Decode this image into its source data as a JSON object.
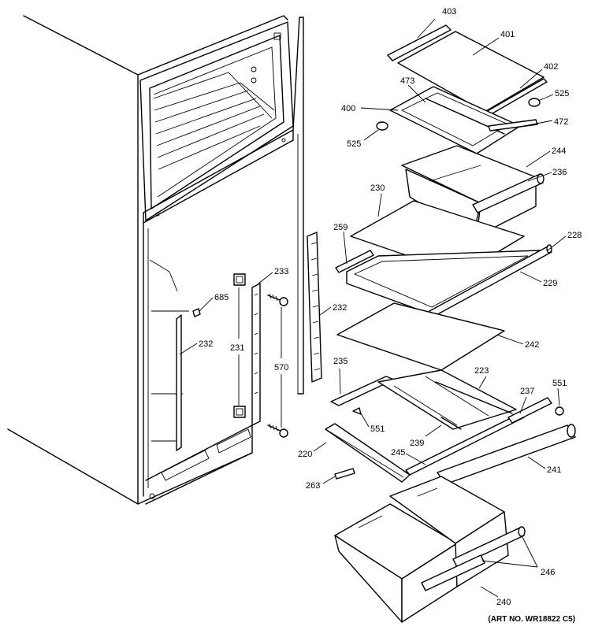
{
  "art_number": "(ART NO. WR18822 C5)",
  "callouts": [
    {
      "id": "c403",
      "text": "403"
    },
    {
      "id": "c401",
      "text": "401"
    },
    {
      "id": "c402",
      "text": "402"
    },
    {
      "id": "c473",
      "text": "473"
    },
    {
      "id": "c400",
      "text": "400"
    },
    {
      "id": "c525a",
      "text": "525"
    },
    {
      "id": "c525b",
      "text": "525"
    },
    {
      "id": "c472",
      "text": "472"
    },
    {
      "id": "c244",
      "text": "244"
    },
    {
      "id": "c236",
      "text": "236"
    },
    {
      "id": "c230",
      "text": "230"
    },
    {
      "id": "c259",
      "text": "259"
    },
    {
      "id": "c228",
      "text": "228"
    },
    {
      "id": "c229",
      "text": "229"
    },
    {
      "id": "c233",
      "text": "233"
    },
    {
      "id": "c685",
      "text": "685"
    },
    {
      "id": "c232a",
      "text": "232"
    },
    {
      "id": "c232b",
      "text": "232"
    },
    {
      "id": "c231",
      "text": "231"
    },
    {
      "id": "c570",
      "text": "570"
    },
    {
      "id": "c242",
      "text": "242"
    },
    {
      "id": "c235",
      "text": "235"
    },
    {
      "id": "c223",
      "text": "223"
    },
    {
      "id": "c237",
      "text": "237"
    },
    {
      "id": "c551a",
      "text": "551"
    },
    {
      "id": "c551b",
      "text": "551"
    },
    {
      "id": "c239",
      "text": "239"
    },
    {
      "id": "c220",
      "text": "220"
    },
    {
      "id": "c245",
      "text": "245"
    },
    {
      "id": "c241",
      "text": "241"
    },
    {
      "id": "c263",
      "text": "263"
    },
    {
      "id": "c246",
      "text": "246"
    },
    {
      "id": "c240",
      "text": "240"
    }
  ]
}
